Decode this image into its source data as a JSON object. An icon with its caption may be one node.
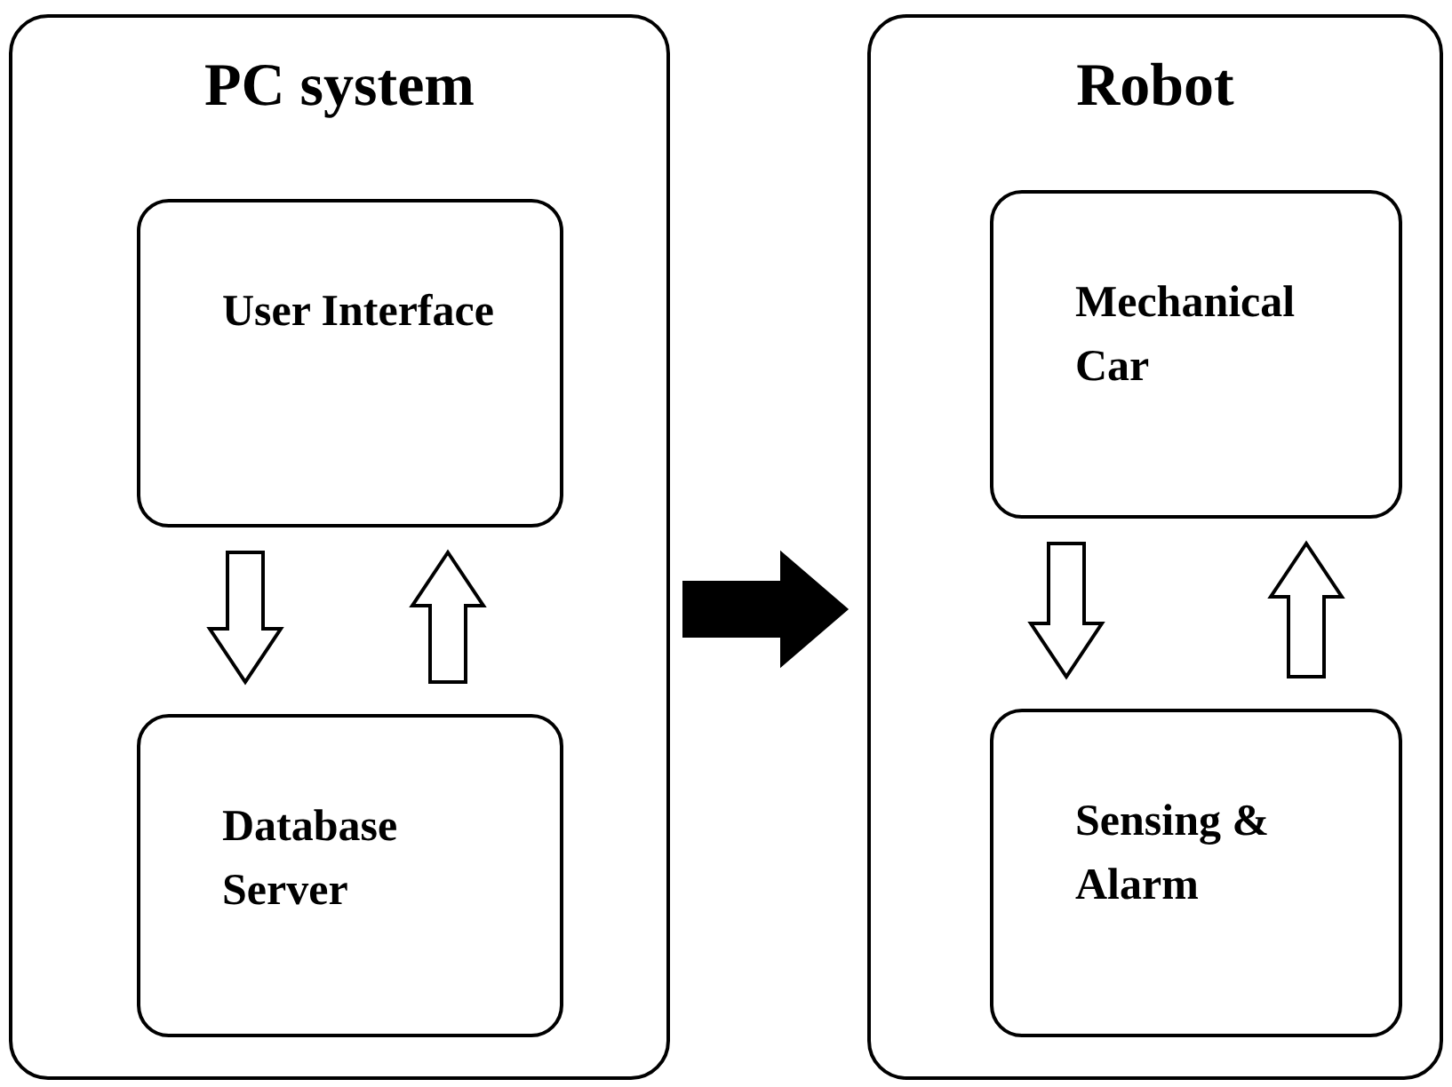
{
  "diagram": {
    "nodes": [
      {
        "text": [
          "PC system"
        ]
      },
      {
        "text": [
          "User Interface"
        ],
        "in": 0
      },
      {
        "text": [
          "Database Server"
        ],
        "in": 0
      },
      {
        "text": [
          "Robot"
        ]
      },
      {
        "text": [
          "Mechanical Car"
        ],
        "in": 3
      },
      {
        "text": [
          "Sensing & Alarm"
        ],
        "in": 3
      }
    ],
    "edges": [
      {
        "from": 1,
        "to": 2,
        "arrow": "to"
      },
      {
        "from": 2,
        "to": 1,
        "arrow": "to"
      },
      {
        "from": 0,
        "to": 3,
        "arrow": "to",
        "style": "thick"
      },
      {
        "from": 4,
        "to": 5,
        "arrow": "to"
      },
      {
        "from": 5,
        "to": 4,
        "arrow": "to"
      }
    ]
  }
}
